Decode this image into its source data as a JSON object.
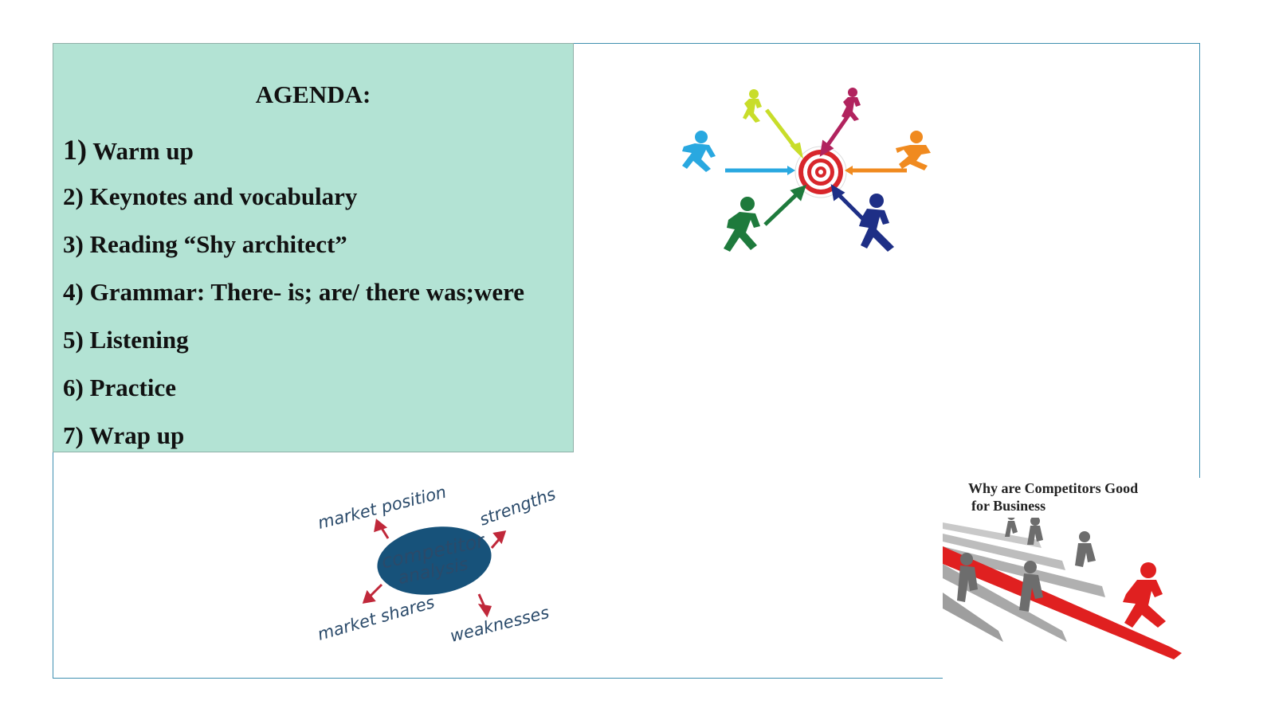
{
  "agenda": {
    "title": "AGENDA:",
    "items": [
      {
        "num": "1)",
        "label": "Warm up"
      },
      {
        "num": "2)",
        "label": "Keynotes and vocabulary"
      },
      {
        "num": "3)",
        "label": "Reading “Shy architect”"
      },
      {
        "num": "4)",
        "label": "Grammar: There- is; are/ there was;were"
      },
      {
        "num": "5)",
        "label": "Listening"
      },
      {
        "num": "6)",
        "label": "Practice"
      },
      {
        "num": "7)",
        "label": "Wrap up"
      }
    ]
  },
  "competitor_analysis": {
    "center": "competitor analysis",
    "center_line1": "competitor",
    "center_line2": "analysis",
    "labels": [
      "market position",
      "strengths",
      "market shares",
      "weaknesses"
    ]
  },
  "competitors_image": {
    "title_line1": "Why are Competitors Good",
    "title_line2": "for Business"
  },
  "colors": {
    "agenda_bg": "#b3e3d4",
    "frame": "#3f8fb0",
    "accent_red": "#e02020"
  },
  "icons": [
    "target-runners-illustration",
    "competitor-analysis-diagram",
    "runners-race-illustration"
  ]
}
